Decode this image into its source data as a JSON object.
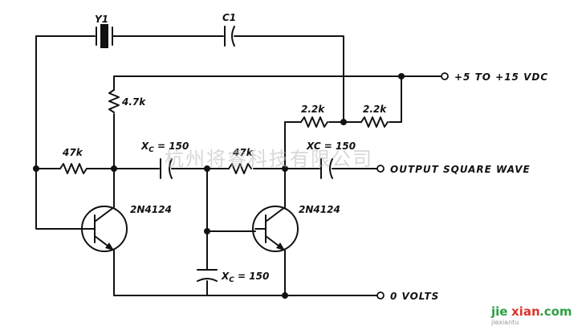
{
  "labels": {
    "y1": "Y1",
    "c1": "C1",
    "r_top": "4.7k",
    "r_left": "47k",
    "r_mid": "47k",
    "r_col1": "2.2k",
    "r_col2": "2.2k",
    "xc_1": "X_C = 150",
    "xc_2": "XC = 150",
    "xc_3": "X_C = 150",
    "q1": "2N4124",
    "q2": "2N4124"
  },
  "terminals": {
    "supply": "+5 TO +15 VDC",
    "output": "OUTPUT SQUARE WAVE",
    "ground": "0 VOLTS"
  },
  "watermark": {
    "company": "杭州将睿科技有限公司",
    "brand": "jiexiantu",
    "site": ".com"
  },
  "colors": {
    "line": "#111111",
    "brand_green": "#2ea043",
    "brand_red": "#d9342b"
  }
}
